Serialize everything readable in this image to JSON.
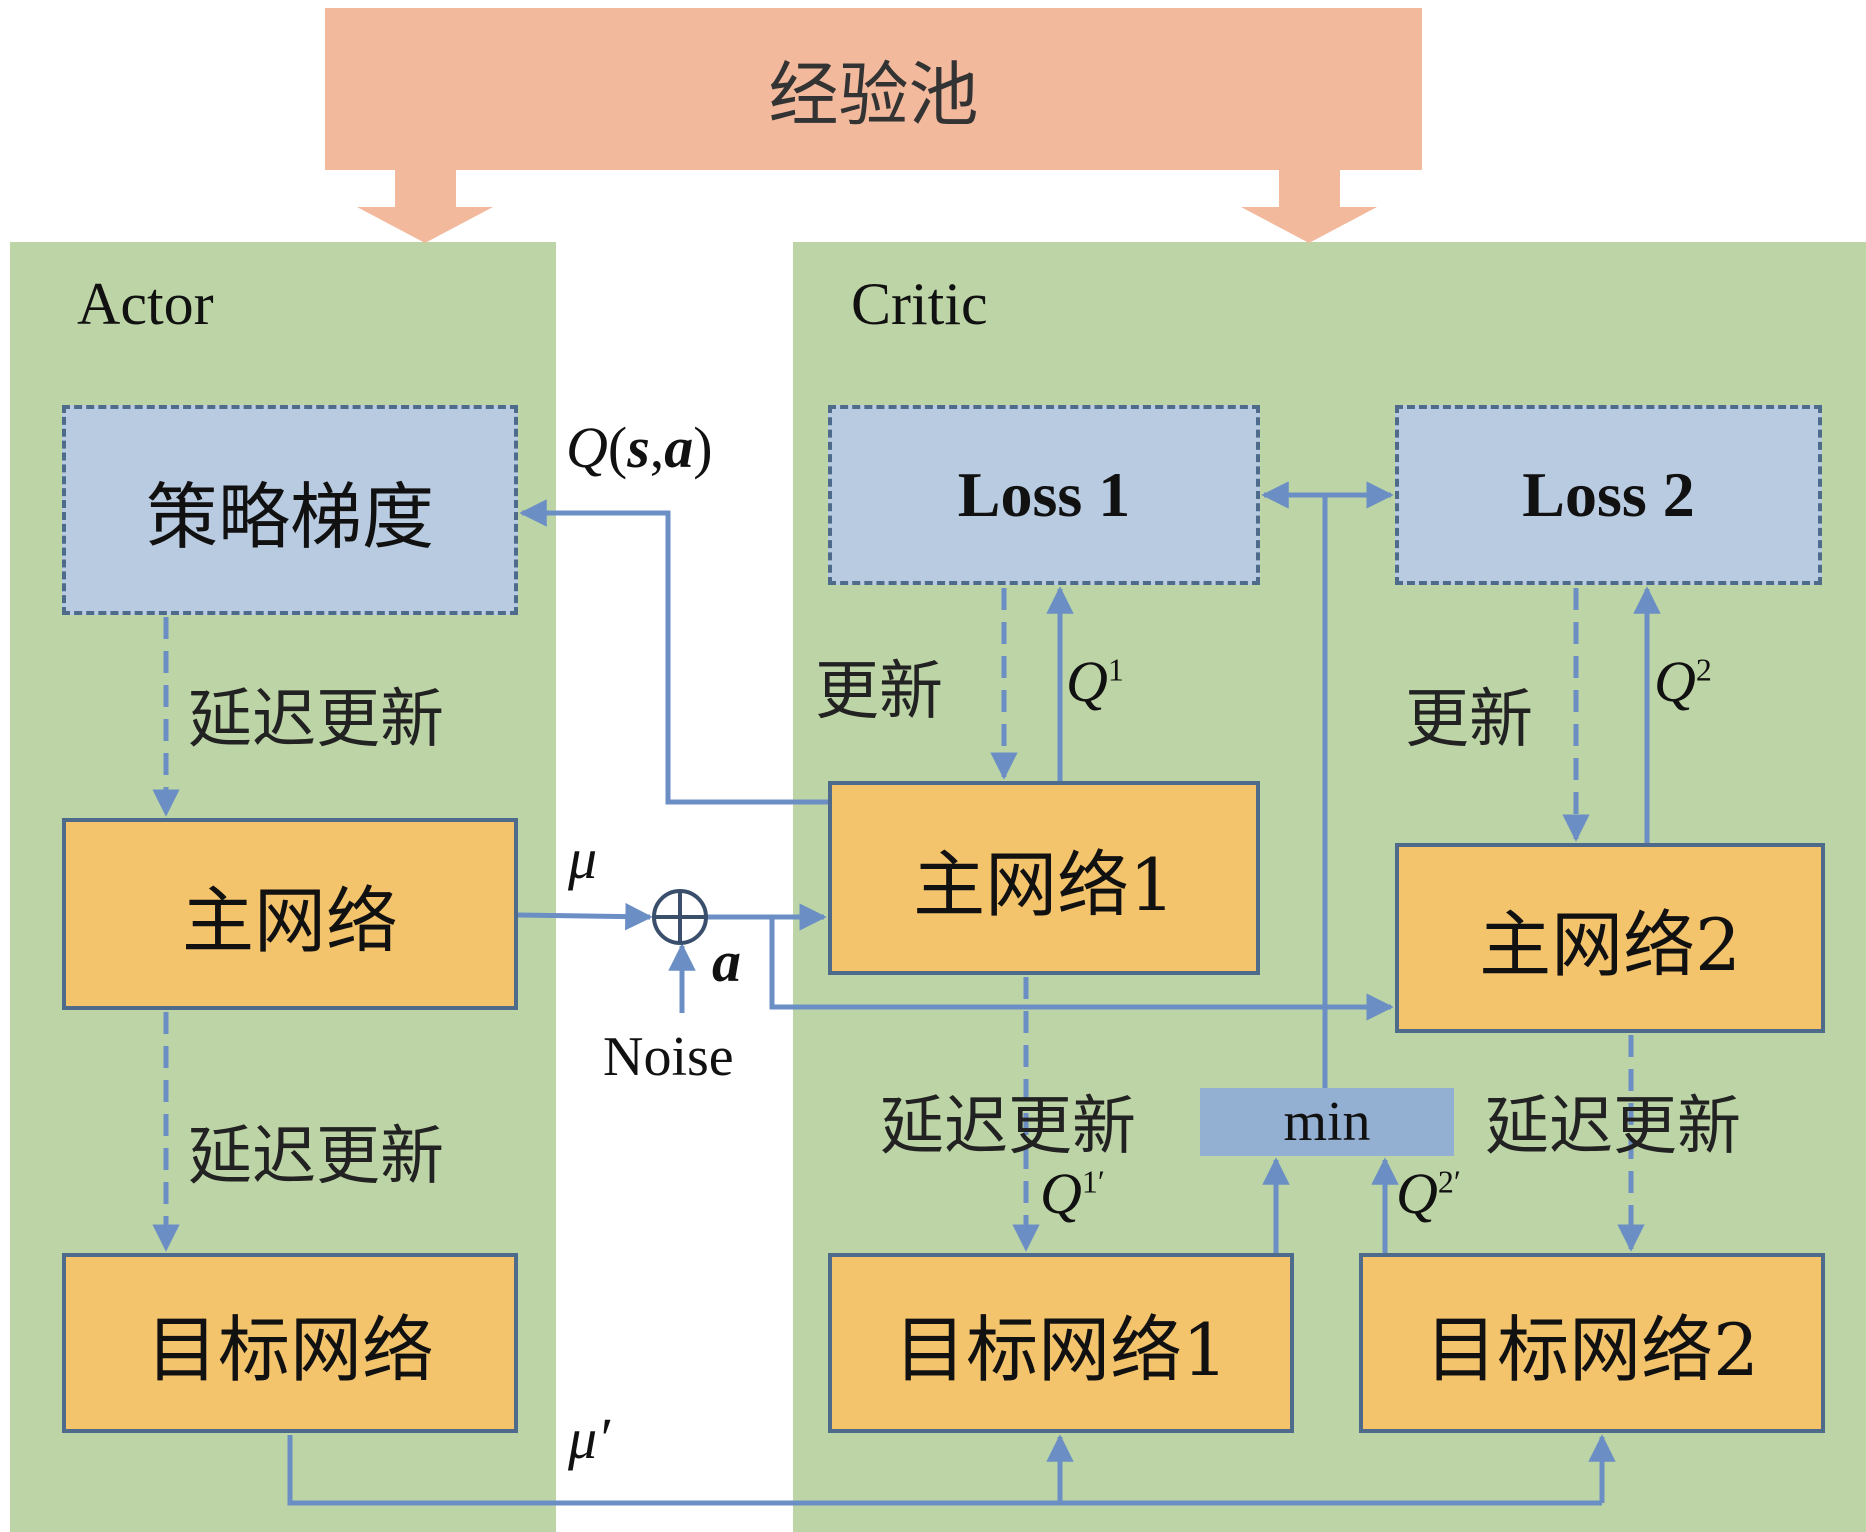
{
  "experience_pool": "经验池",
  "actor": {
    "title": "Actor",
    "policy_gradient": "策略梯度",
    "main_net": "主网络",
    "target_net": "目标网络",
    "delayed_update_1": "延迟更新",
    "delayed_update_2": "延迟更新"
  },
  "critic": {
    "title": "Critic",
    "loss1": "Loss 1",
    "loss2": "Loss 2",
    "main_net1": "主网络1",
    "main_net2": "主网络2",
    "target_net1": "目标网络1",
    "target_net2": "目标网络2",
    "min": "min",
    "update_1": "更新",
    "update_2": "更新",
    "delayed_update_1": "延迟更新",
    "delayed_update_2": "延迟更新"
  },
  "labels": {
    "q_sa_q": "Q",
    "q_sa_open": "(",
    "q_sa_s": "s",
    "q_sa_comma": ",",
    "q_sa_a": "a",
    "q_sa_close": ")",
    "mu": "μ",
    "mu_prime": "μ′",
    "action_a": "a",
    "noise": "Noise",
    "q1": "Q",
    "q1_sup": "1",
    "q2": "Q",
    "q2_sup": "2",
    "q1_prime": "Q",
    "q1_prime_sup": "1′",
    "q2_prime": "Q",
    "q2_prime_sup": "2′"
  },
  "colors": {
    "panel": "#bdd5a6",
    "pool": "#f2b99d",
    "network_box": "#f4c46c",
    "loss_box": "#b9cbe0",
    "min_box": "#93afd2",
    "arrow": "#6b8fc4",
    "border": "#4e6b8c"
  },
  "icons": {
    "sum": "circle-plus-icon"
  }
}
